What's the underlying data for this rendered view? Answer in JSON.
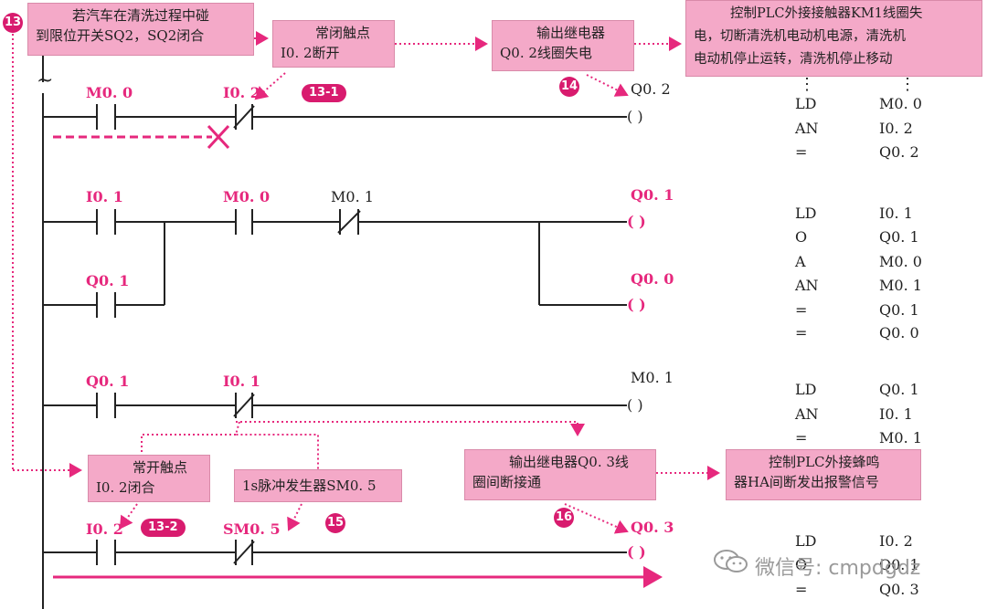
{
  "colors": {
    "accent": "#e6287d",
    "box_fill": "#f4a9c8",
    "badge": "#d81b6e",
    "line": "#222222"
  },
  "break_mark": "~",
  "rungs": [
    {
      "contacts": [
        "M0. 0",
        "I0. 2"
      ],
      "coil": "Q0. 2"
    },
    {
      "contacts": [
        "I0. 1",
        "Q0. 1",
        "M0. 0",
        "M0. 1"
      ],
      "coils": [
        "Q0. 1",
        "Q0. 0"
      ]
    },
    {
      "contacts": [
        "Q0. 1",
        "I0. 1"
      ],
      "coil": "M0. 1"
    },
    {
      "contacts": [
        "I0. 2",
        "SM0. 5"
      ],
      "coil": "Q0. 3"
    }
  ],
  "coil_symbol": "(    )",
  "annotations": {
    "box1": [
      "若汽车在清洗过程中碰",
      "到限位开关SQ2，SQ2闭合"
    ],
    "box2": [
      "常闭触点",
      "I0. 2断开"
    ],
    "box3": [
      "输出继电器",
      "Q0. 2线圈失电"
    ],
    "box4": [
      "控制PLC外接接触器KM1线圈失",
      "电，切断清洗机电动机电源，清洗机",
      "电动机停止运转，清洗机停止移动"
    ],
    "box5": [
      "常开触点",
      "I0. 2闭合"
    ],
    "box6": [
      "1s脉冲发生器SM0. 5"
    ],
    "box7": [
      "输出继电器Q0. 3线",
      "圈间断接通"
    ],
    "box8": [
      "控制PLC外接蜂鸣",
      "器HA间断发出报警信号"
    ]
  },
  "badges": {
    "b13": "13",
    "b14": "14",
    "b15": "15",
    "b16": "16",
    "p131": "13-1",
    "p132": "13-2"
  },
  "instructions": {
    "block1": [
      [
        "LD",
        "M0. 0"
      ],
      [
        "AN",
        "I0. 2"
      ],
      [
        "=",
        "Q0. 2"
      ]
    ],
    "block2": [
      [
        "LD",
        "I0. 1"
      ],
      [
        "O",
        "Q0. 1"
      ],
      [
        "A",
        "M0. 0"
      ],
      [
        "AN",
        "M0. 1"
      ],
      [
        "=",
        "Q0. 1"
      ],
      [
        "=",
        "Q0. 0"
      ]
    ],
    "block3": [
      [
        "LD",
        "Q0. 1"
      ],
      [
        "AN",
        "I0. 1"
      ],
      [
        "=",
        "M0. 1"
      ]
    ],
    "block4": [
      [
        "LD",
        "I0. 2"
      ],
      [
        "O",
        "Q0. 1"
      ],
      [
        "=",
        "Q0. 3"
      ]
    ]
  },
  "ellipsis": "⋮",
  "watermark": "微信号: cmpdgdz"
}
